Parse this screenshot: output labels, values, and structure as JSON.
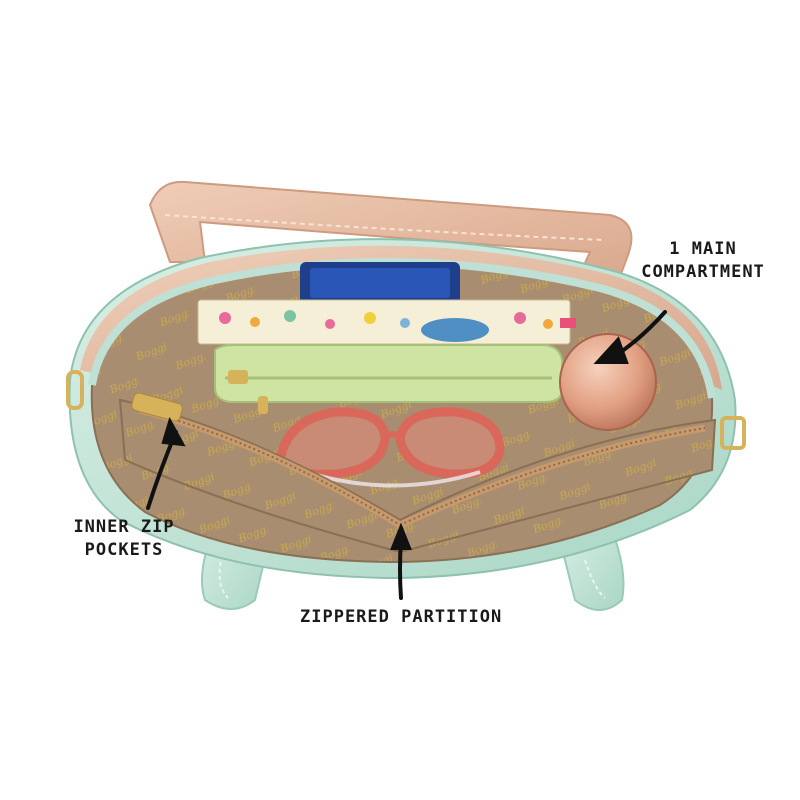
{
  "annotations": {
    "main_compartment": [
      "1 MAIN",
      "COMPARTMENT"
    ],
    "inner_zip_pockets": [
      "INNER ZIP",
      "POCKETS"
    ],
    "zippered_partition": [
      "ZIPPERED PARTITION"
    ]
  },
  "brand_pattern_text": "Boggi",
  "colors": {
    "handle_top": "#e7c3a8",
    "handle_bottom": "#bfe3d6",
    "lining": "#a88d70",
    "mint": "#c7e6da",
    "blush": "#e8bfa8",
    "pouch": "#cfe3a3",
    "sunglass_frame": "#d9685a",
    "compact": "#e8a98a",
    "hardware": "#d6b35a"
  }
}
